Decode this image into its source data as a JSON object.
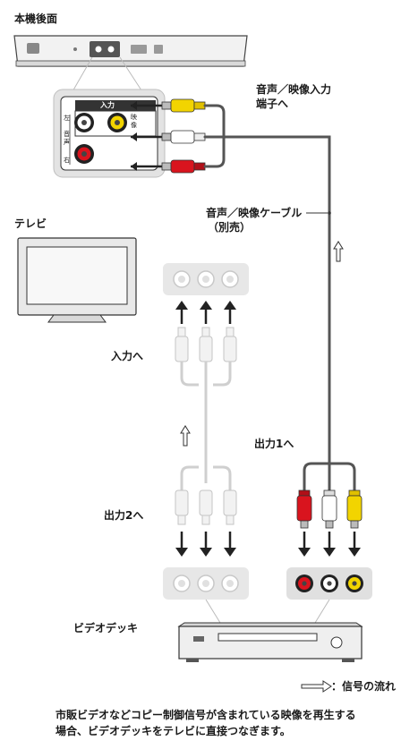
{
  "labels": {
    "player_rear": "本機後面",
    "input_panel": "入力",
    "video_jack": "映像",
    "audio_left": "左",
    "audio_marker": "音声",
    "audio_right": "右",
    "av_input_line1": "音声／映像入力",
    "av_input_line2": "端子へ",
    "cable_line1": "音声／映像ケーブル",
    "cable_line2": "（別売）",
    "tv": "テレビ",
    "to_input": "入力へ",
    "to_output1": "出力1へ",
    "to_output2": "出力2へ",
    "video_deck": "ビデオデッキ",
    "legend": "：信号の流れ"
  },
  "note": {
    "line1": "市販ビデオなどコピー制御信号が含まれている映像を再生する",
    "line2": "場合、ビデオデッキをテレビに直接つなぎます。"
  },
  "colors": {
    "video": "#f2d400",
    "audio_right": "#d9141e",
    "audio_left": "#ffffff",
    "cable": "#555555",
    "faded": "#c8c8c8"
  }
}
